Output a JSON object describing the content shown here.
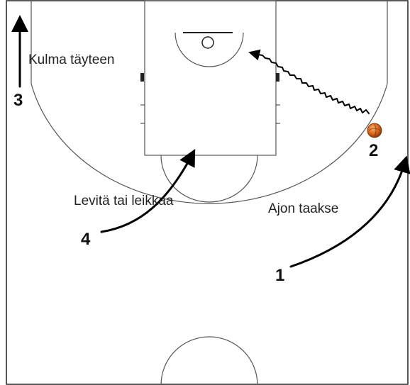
{
  "diagram": {
    "labels": {
      "corner_fill": "Kulma täyteen",
      "spread_or_cut": "Levitä tai leikkaa",
      "drive_back": "Ajon taakse"
    },
    "players": [
      "1",
      "2",
      "3",
      "4"
    ],
    "colors": {
      "court_lines": "#555555",
      "arrows": "#000000",
      "ball": "#d9641c"
    }
  }
}
